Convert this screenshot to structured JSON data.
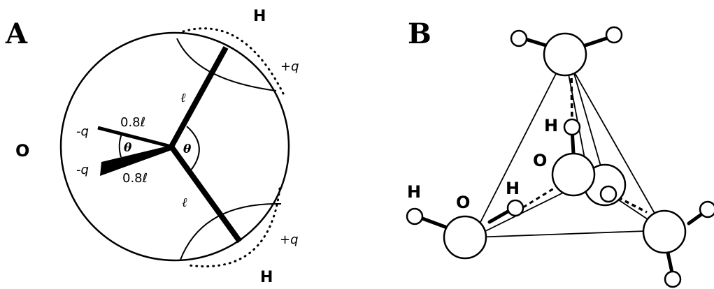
{
  "panel_a": {
    "label": "A",
    "oxygen_label": "O",
    "hydrogen_top_label": "H",
    "hydrogen_bottom_label": "H",
    "charge_pos_top": "+q",
    "charge_pos_bottom": "+q",
    "charge_neg_top": "-q",
    "charge_neg_bottom": "-q",
    "bond_len_top": "ℓ",
    "bond_len_bottom": "ℓ",
    "lone_pair_len_top": "0.8ℓ",
    "lone_pair_len_bottom": "0.8ℓ",
    "angle_left": "θ",
    "angle_right": "θ"
  },
  "panel_b": {
    "label": "B",
    "hydrogen_top_label": "H",
    "oxygen_center_label": "O",
    "hydrogen_left_label": "H",
    "oxygen_left_label": "O",
    "hydrogen_mid_label": "H"
  }
}
